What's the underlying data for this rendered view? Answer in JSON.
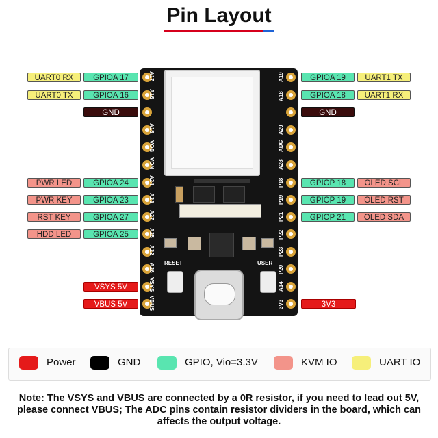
{
  "title": "Pin Layout",
  "left_pins": [
    {
      "tags": [
        "UART0 RX",
        "GPIOA 17"
      ],
      "kinds": [
        "uart",
        "gpio"
      ]
    },
    {
      "tags": [
        "UART0 TX",
        "GPIOA 16"
      ],
      "kinds": [
        "uart",
        "gpio"
      ]
    },
    {
      "tags": [
        "GND"
      ],
      "kinds": [
        "gnd"
      ]
    },
    {
      "tags": [
        "PWR LED",
        "GPIOA 24"
      ],
      "kinds": [
        "kvm",
        "gpio"
      ]
    },
    {
      "tags": [
        "PWR KEY",
        "GPIOA 23"
      ],
      "kinds": [
        "kvm",
        "gpio"
      ]
    },
    {
      "tags": [
        "RST KEY",
        "GPIOA 27"
      ],
      "kinds": [
        "kvm",
        "gpio"
      ]
    },
    {
      "tags": [
        "HDD LED",
        "GPIOA 25"
      ],
      "kinds": [
        "kvm",
        "gpio"
      ]
    },
    {
      "tags": [
        "VSYS 5V"
      ],
      "kinds": [
        "power"
      ]
    },
    {
      "tags": [
        "VBUS 5V"
      ],
      "kinds": [
        "power"
      ]
    }
  ],
  "right_pins": [
    {
      "tags": [
        "GPIOA 19",
        "UART1 TX"
      ],
      "kinds": [
        "gpio",
        "uart"
      ]
    },
    {
      "tags": [
        "GPIOA 18",
        "UART1 RX"
      ],
      "kinds": [
        "gpio",
        "uart"
      ]
    },
    {
      "tags": [
        "GND"
      ],
      "kinds": [
        "gnd"
      ]
    },
    {
      "tags": [
        "GPIOP 18",
        "OLED SCL"
      ],
      "kinds": [
        "gpio",
        "kvm"
      ]
    },
    {
      "tags": [
        "GPIOP 19",
        "OLED RST"
      ],
      "kinds": [
        "gpio",
        "kvm"
      ]
    },
    {
      "tags": [
        "GPIOP 21",
        "OLED SDA"
      ],
      "kinds": [
        "gpio",
        "kvm"
      ]
    },
    {
      "tags": [
        "3V3"
      ],
      "kinds": [
        "power"
      ]
    }
  ],
  "board_left_labels": [
    "A17",
    "A16",
    "A15",
    "VOB",
    "VON",
    "A24",
    "A23",
    "A27",
    "A25",
    "A22",
    "A26",
    "VSYS",
    "VBUS"
  ],
  "board_right_labels": [
    "A19",
    "A18",
    "A29",
    "ADC",
    "A28",
    "P18",
    "P19",
    "P21",
    "P22",
    "P23",
    "P20",
    "A14",
    "3V3"
  ],
  "board_text": {
    "reset": "RESET",
    "user": "USER"
  },
  "legend": [
    {
      "label": "Power",
      "color": "#e51a1a"
    },
    {
      "label": "GND",
      "color": "#000000"
    },
    {
      "label": "GPIO, Vio=3.3V",
      "color": "#59e5b0"
    },
    {
      "label": "KVM IO",
      "color": "#f3948a"
    },
    {
      "label": "UART IO",
      "color": "#f6ef7a"
    }
  ],
  "note": "Note: The VSYS and VBUS are connected by a 0R resistor, if you need to lead out 5V, please connect VBUS; The ADC pins contain resistor dividers in the board, which can affects the output voltage."
}
